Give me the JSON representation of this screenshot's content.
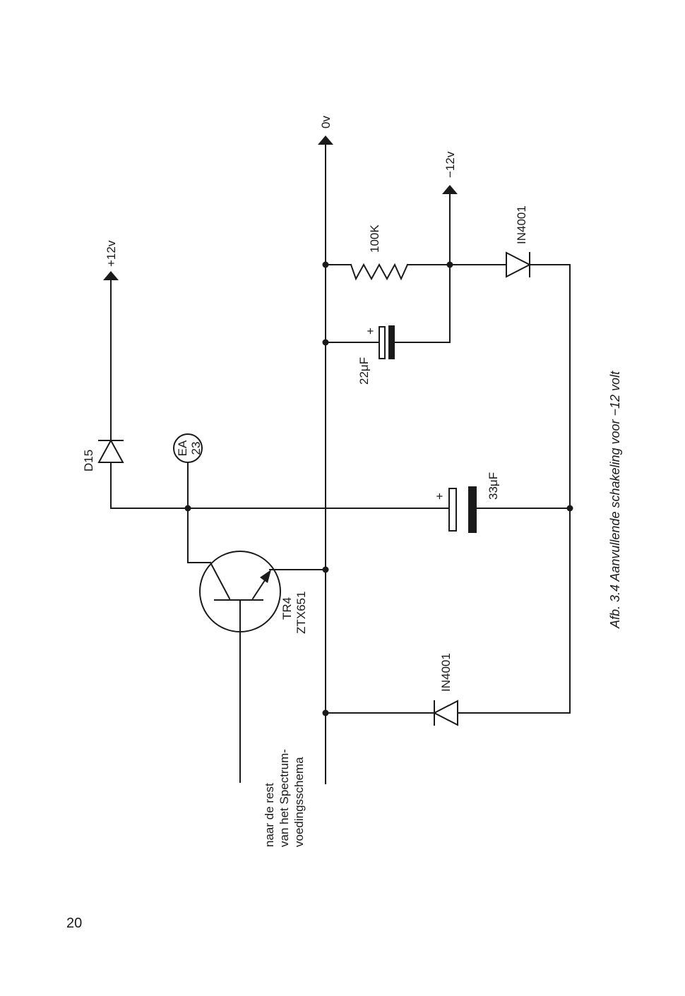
{
  "schematic": {
    "rail_0v": "0v",
    "rail_minus12": "−12v",
    "rail_plus12": "+12v",
    "resistor": "100K",
    "diode_top": "IN4001",
    "diode_bottom": "IN4001",
    "diode_d15": "D15",
    "cap_small_value": "22μF",
    "cap_small_plus": "+",
    "cap_large_value": "33μF",
    "cap_large_plus": "+",
    "ea_label_top": "EA",
    "ea_label_bottom": "23",
    "transistor_ref": "TR4",
    "transistor_type": "ZTX651",
    "note_line1": "naar de rest",
    "note_line2": "van het Spectrum-",
    "note_line3": "voedingsschema"
  },
  "caption": "Afb. 3.4 Aanvullende schakeling voor −12 volt",
  "page_number": "20"
}
